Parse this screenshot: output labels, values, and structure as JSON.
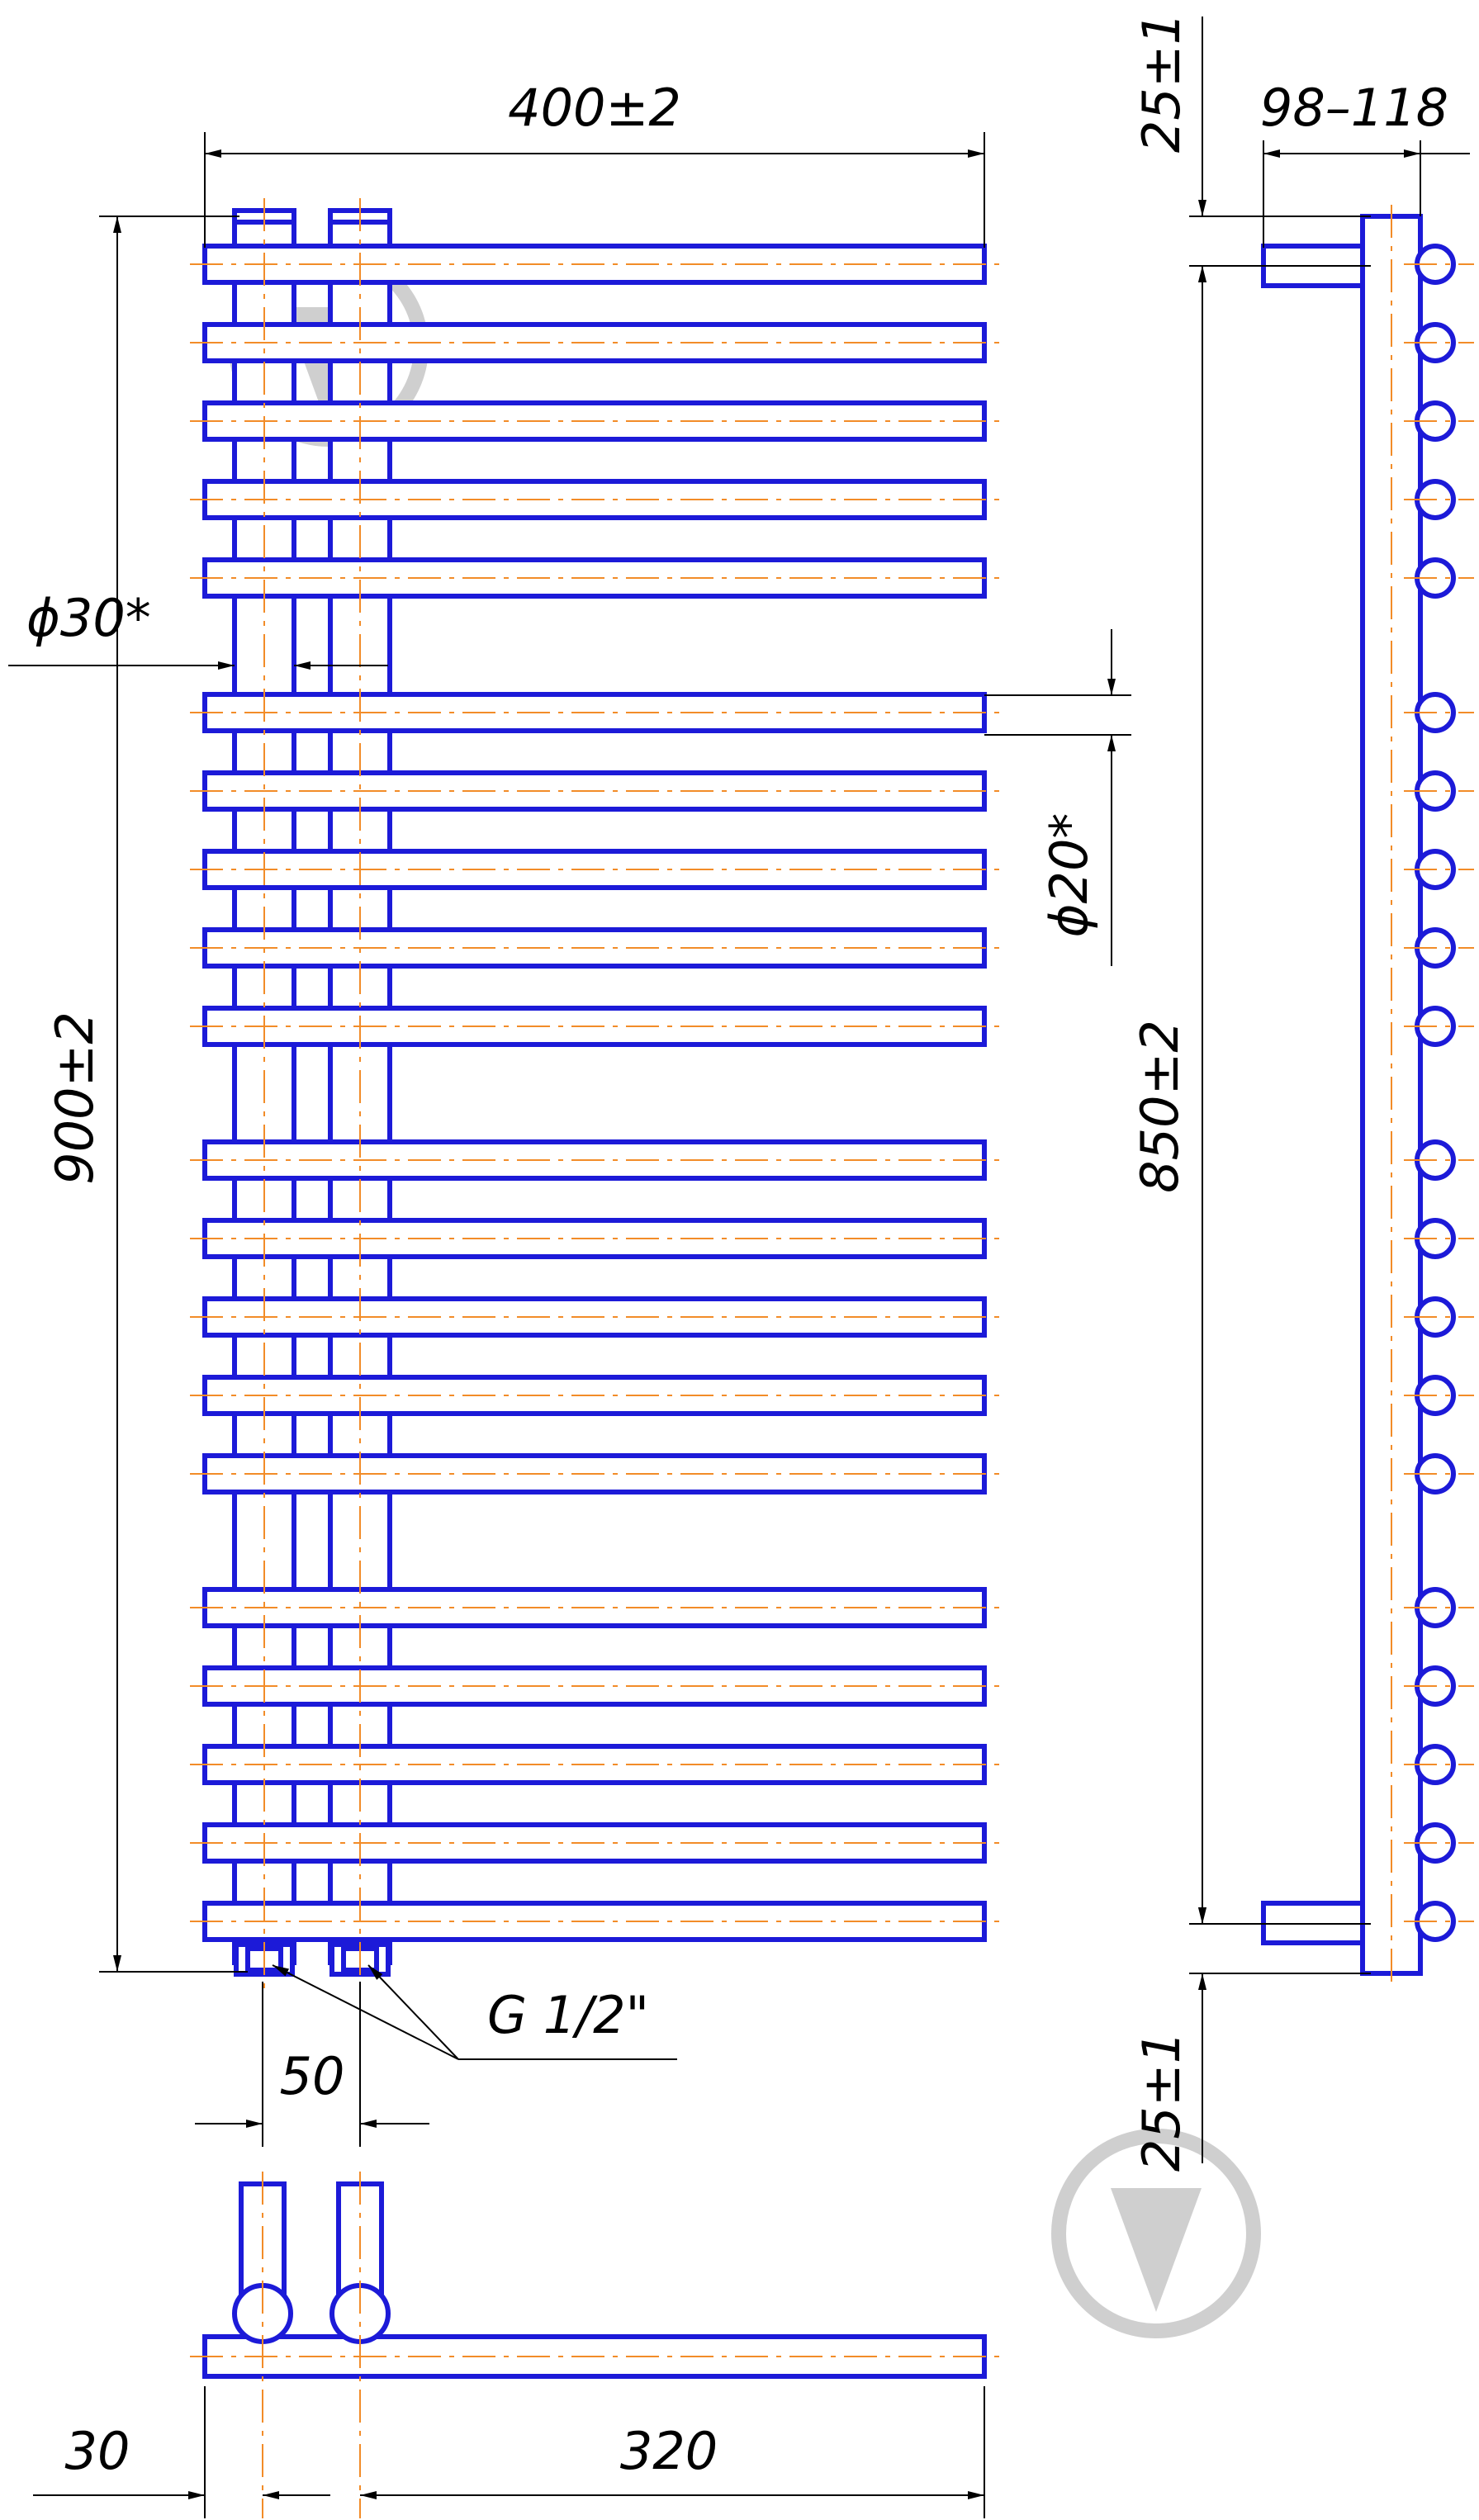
{
  "drawing": {
    "part_color": "#1c1ad8",
    "axis_color": "#f28c28",
    "watermark_color": "#cfcfcf",
    "front_bar_groups": [
      5,
      5,
      5,
      5
    ],
    "side_tube_groups": [
      5,
      5,
      5,
      5
    ],
    "dimensions": {
      "overall_width": "400±2",
      "overall_height": "900±2",
      "axis_distance": "850±2",
      "depth": "98–118",
      "top_offset": "25±1",
      "bottom_offset": "25±1",
      "riser_diameter": "ϕ30*",
      "bar_diameter": "ϕ20*",
      "thread": "G 1/2\"",
      "connection_spacing": "50",
      "bottom_left_offset": "30",
      "bottom_right_length": "320"
    }
  }
}
